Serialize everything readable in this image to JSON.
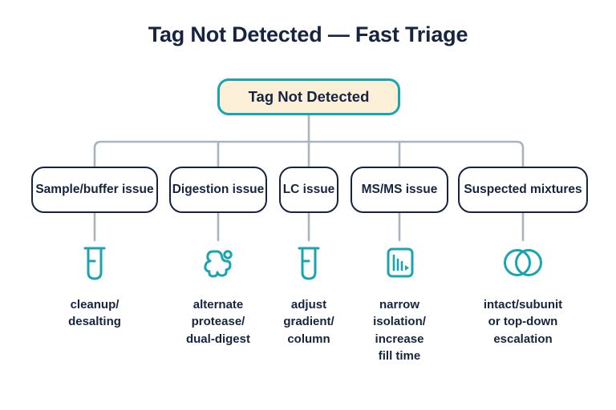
{
  "title": "Tag Not Detected — Fast Triage",
  "colors": {
    "navy": "#16243F",
    "teal": "#18A5B0",
    "cream": "#FCF1D8",
    "connector_gray": "#A9B4BC",
    "background": "#FFFFFF"
  },
  "root": {
    "label": "Tag Not Detected"
  },
  "branches": [
    {
      "label": "Sample/buffer\nissue",
      "icon": "test-tube-icon",
      "caption": "cleanup/\ndesalting"
    },
    {
      "label": "Digestion\nissue",
      "icon": "protein-blob-icon",
      "caption": "alternate\nprotease/\ndual-digest"
    },
    {
      "label": "LC\nissue",
      "icon": "test-tube-icon",
      "caption": "adjust\ngradient/\ncolumn"
    },
    {
      "label": "MS/MS\nissue",
      "icon": "spectrum-icon",
      "caption": "narrow\nisolation/\nincrease\nfill time"
    },
    {
      "label": "Suspected\nmixtures",
      "icon": "venn-circles-icon",
      "caption": "intact/subunit\nor top-down\nescalation"
    }
  ],
  "chart_data": {
    "type": "diagram",
    "layout": "top-down flowchart, one root fanning to five branches",
    "title": "Tag Not Detected — Fast Triage",
    "root": "Tag Not Detected",
    "nodes": [
      {
        "branch": "Sample/buffer issue",
        "action": "cleanup/ desalting"
      },
      {
        "branch": "Digestion issue",
        "action": "alternate protease/ dual-digest"
      },
      {
        "branch": "LC issue",
        "action": "adjust gradient/ column"
      },
      {
        "branch": "MS/MS issue",
        "action": "narrow isolation/ increase fill time"
      },
      {
        "branch": "Suspected mixtures",
        "action": "intact/subunit or top-down escalation"
      }
    ]
  }
}
